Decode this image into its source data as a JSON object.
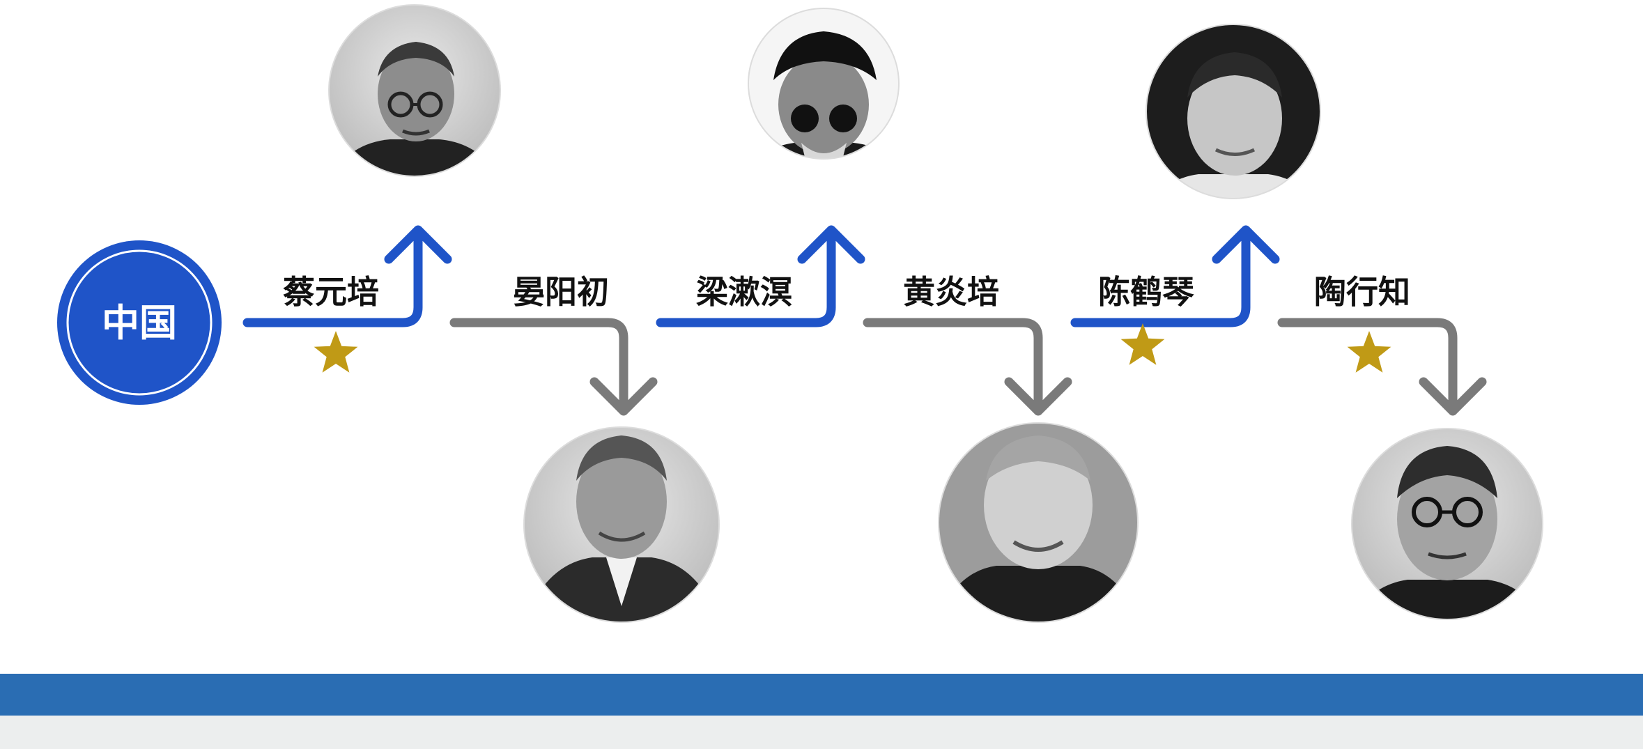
{
  "root": {
    "label": "中国"
  },
  "people": [
    {
      "name": "蔡元培",
      "direction": "up",
      "starred": true
    },
    {
      "name": "晏阳初",
      "direction": "down",
      "starred": false
    },
    {
      "name": "梁漱溟",
      "direction": "up",
      "starred": false
    },
    {
      "name": "黄炎培",
      "direction": "down",
      "starred": false
    },
    {
      "name": "陈鹤琴",
      "direction": "up",
      "starred": true
    },
    {
      "name": "陶行知",
      "direction": "down",
      "starred": true
    }
  ],
  "colors": {
    "blue": "#1f54c8",
    "blue_dark": "#1a47b0",
    "gray": "#7a7a7a",
    "star": "#c09a16",
    "band": "#2a6db3"
  }
}
